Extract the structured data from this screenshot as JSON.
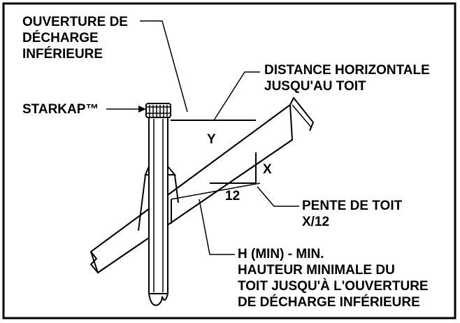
{
  "labels": {
    "lower_opening": [
      "OUVERTURE DE",
      "DÉCHARGE",
      "INFÉRIEURE"
    ],
    "horizontal_distance": [
      "DISTANCE HORIZONTALE",
      "JUSQU'AU TOIT"
    ],
    "starkap": "STARKAP™",
    "y_dim": "Y",
    "x_dim": "X",
    "run_dim": "12",
    "roof_pitch": [
      "PENTE DE TOIT",
      "X/12"
    ],
    "h_min": [
      "H (MIN) - MIN.",
      "HAUTEUR MINIMALE DU",
      "TOIT JUSQU'À L'OUVERTURE",
      "DE DÉCHARGE INFÉRIEURE"
    ]
  }
}
